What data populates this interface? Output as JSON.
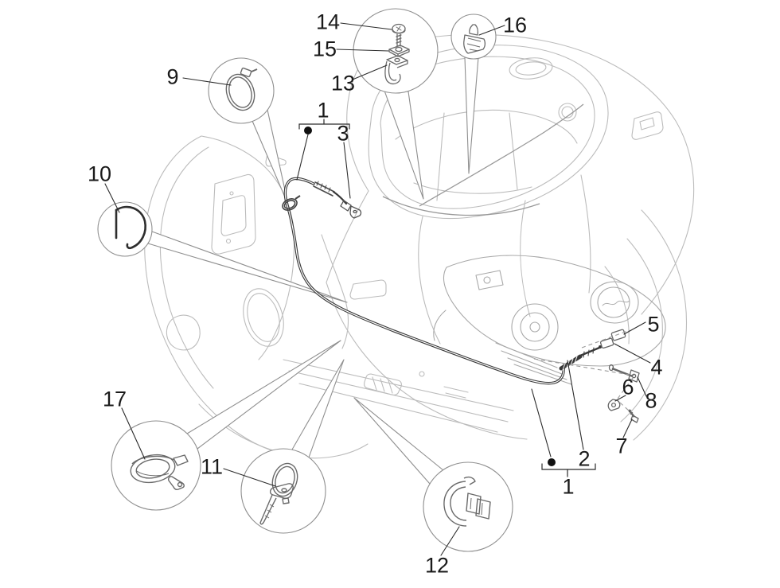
{
  "figure": {
    "kind": "exploded-parts-line-diagram",
    "subject": "scooter body with transmission control cables and fastener callouts",
    "background_color": "#ffffff",
    "line_art_color": "#bcbcbc",
    "cable_color": "#383838",
    "detail_part_color": "#6a6a6a",
    "callout_text_color": "#1a1a1a",
    "callout_circle_color": "#8f8f8f"
  },
  "callouts": [
    {
      "label": "14"
    },
    {
      "label": "15"
    },
    {
      "label": "13"
    },
    {
      "label": "16"
    },
    {
      "label": "9"
    },
    {
      "label": "3"
    },
    {
      "label": "10"
    },
    {
      "label": "5"
    },
    {
      "label": "4"
    },
    {
      "label": "6"
    },
    {
      "label": "8"
    },
    {
      "label": "7"
    },
    {
      "label": "2"
    },
    {
      "label": "17"
    },
    {
      "label": "11"
    },
    {
      "label": "12"
    }
  ],
  "groups": [
    {
      "label": "1",
      "marker": "dot",
      "position": "top"
    },
    {
      "label": "1",
      "marker": "dot",
      "position": "bottom-right"
    }
  ]
}
